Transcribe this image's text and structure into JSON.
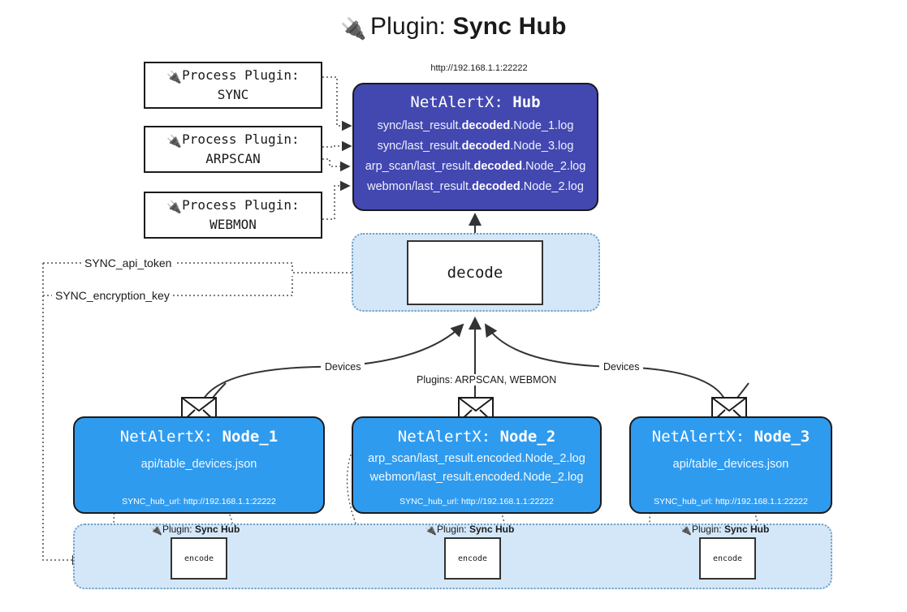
{
  "title": {
    "icon": "plug-icon",
    "prefix": "Plugin:",
    "name": "Sync Hub"
  },
  "hub": {
    "url": "http://192.168.1.1:22222",
    "title_prefix": "NetAlertX:",
    "title_name": "Hub",
    "logs": [
      {
        "pre": "sync/last_result.",
        "mid": "decoded",
        "post": ".Node_1.log"
      },
      {
        "pre": "sync/last_result.",
        "mid": "decoded",
        "post": ".Node_3.log"
      },
      {
        "pre": "arp_scan/last_result.",
        "mid": "decoded",
        "post": ".Node_2.log"
      },
      {
        "pre": "webmon/last_result.",
        "mid": "decoded",
        "post": ".Node_2.log"
      }
    ]
  },
  "process_plugins": [
    {
      "line1": "Process Plugin:",
      "line2": "SYNC",
      "icon": "plug-icon"
    },
    {
      "line1": "Process Plugin:",
      "line2": "ARPSCAN",
      "icon": "plug-icon"
    },
    {
      "line1": "Process Plugin:",
      "line2": "WEBMON",
      "icon": "plug-icon"
    }
  ],
  "decode": {
    "label": "decode"
  },
  "tokens": {
    "api_token": "SYNC_api_token",
    "encryption_key": "SYNC_encryption_key"
  },
  "edge_labels": {
    "devices_left": "Devices",
    "devices_right": "Devices",
    "plugins_center": "Plugins: ARPSCAN, WEBMON"
  },
  "nodes": [
    {
      "title_prefix": "NetAlertX:",
      "title_name": "Node_1",
      "lines": [
        "api/table_devices.json"
      ],
      "hub_url": "SYNC_hub_url: http://192.168.1.1:22222",
      "icon": "envelope-icon"
    },
    {
      "title_prefix": "NetAlertX:",
      "title_name": "Node_2",
      "lines": [
        "arp_scan/last_result.encoded.Node_2.log",
        "webmon/last_result.encoded.Node_2.log"
      ],
      "hub_url": "SYNC_hub_url: http://192.168.1.1:22222",
      "icon": "envelope-icon"
    },
    {
      "title_prefix": "NetAlertX:",
      "title_name": "Node_3",
      "lines": [
        "api/table_devices.json"
      ],
      "hub_url": "SYNC_hub_url: http://192.168.1.1:22222",
      "icon": "envelope-icon"
    }
  ],
  "encode_sections": [
    {
      "tag_prefix": "Plugin:",
      "tag_name": "Sync Hub",
      "box_label": "encode",
      "icon": "plug-icon"
    },
    {
      "tag_prefix": "Plugin:",
      "tag_name": "Sync Hub",
      "box_label": "encode",
      "icon": "plug-icon"
    },
    {
      "tag_prefix": "Plugin:",
      "tag_name": "Sync Hub",
      "box_label": "encode",
      "icon": "plug-icon"
    }
  ],
  "colors": {
    "hub_fill": "#4348b0",
    "node_fill": "#2f9bef",
    "container_fill": "#d4e7f8",
    "container_border": "#6f9fc4",
    "stroke": "#333333"
  }
}
